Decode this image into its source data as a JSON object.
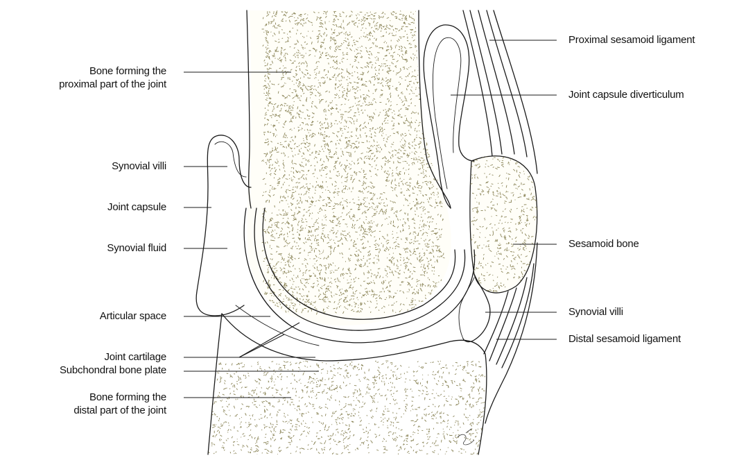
{
  "colors": {
    "background": "#ffffff",
    "ink": "#1a1a1a",
    "stipple": "#8a8457",
    "cartilage": "#fbfbf6"
  },
  "labels": {
    "bone_proximal_line1": "Bone forming the",
    "bone_proximal_line2": "proximal part of the joint",
    "synovial_villi_left": "Synovial villi",
    "joint_capsule": "Joint capsule",
    "synovial_fluid": "Synovial fluid",
    "articular_space": "Articular space",
    "joint_cartilage": "Joint cartilage",
    "subchondral_bone_plate": "Subchondral bone plate",
    "bone_distal_line1": "Bone forming the",
    "bone_distal_line2": "distal part of the joint",
    "proximal_sesamoid_ligament": "Proximal sesamoid ligament",
    "joint_capsule_diverticulum": "Joint capsule diverticulum",
    "sesamoid_bone": "Sesamoid bone",
    "synovial_villi_right": "Synovial villi",
    "distal_sesamoid_ligament": "Distal sesamoid ligament"
  }
}
